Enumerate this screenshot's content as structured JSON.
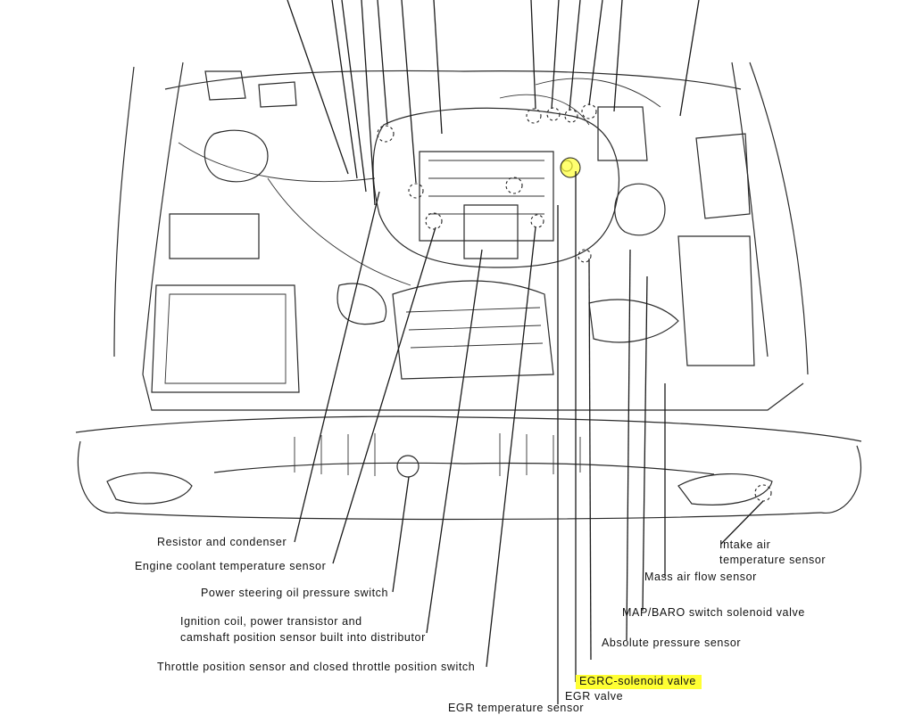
{
  "labels": {
    "resistor": "Resistor and condenser",
    "coolant": "Engine coolant temperature sensor",
    "ps_switch": "Power steering oil pressure switch",
    "ignition1": "Ignition coil, power transistor and",
    "ignition2": "camshaft position sensor built into distributor",
    "throttle": "Throttle position sensor and closed throttle position switch",
    "intake1": "Intake air",
    "intake2": "temperature sensor",
    "maf": "Mass air flow sensor",
    "mapbaro": "MAP/BARO switch solenoid valve",
    "abs_pressure": "Absolute pressure sensor",
    "egrc": "EGRC-solenoid valve",
    "egr_valve": "EGR valve",
    "egr_temp": "EGR temperature sensor"
  },
  "highlight_color": "#ffff33"
}
